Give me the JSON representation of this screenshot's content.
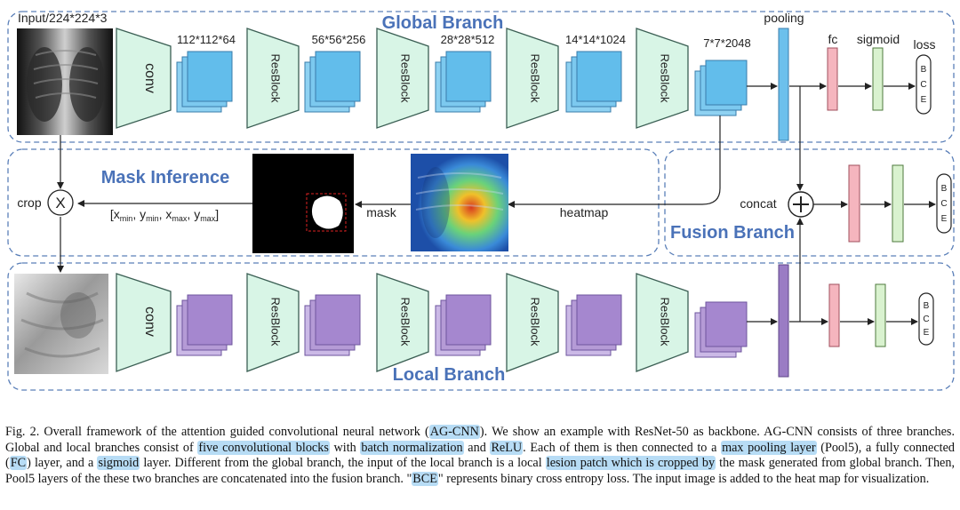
{
  "figure": {
    "input_label": "Input/224*224*3",
    "global_title": "Global Branch",
    "local_title": "Local Branch",
    "fusion_title": "Fusion Branch",
    "mask_title": "Mask Inference",
    "conv": "conv",
    "resblock": "ResBlock",
    "dims": [
      "112*112*64",
      "56*56*256",
      "28*28*512",
      "14*14*1024",
      "7*7*2048"
    ],
    "pooling": "pooling",
    "fc": "fc",
    "sigmoid": "sigmoid",
    "loss": "loss",
    "bce_letters": [
      "B",
      "C",
      "E"
    ],
    "crop": "crop",
    "crop_symbol": "X",
    "bbox": {
      "x1": "x",
      "s1": "min",
      "y1": "y",
      "s2": "min",
      "x2": "x",
      "s3": "max",
      "y2": "y",
      "s4": "max"
    },
    "mask": "mask",
    "heatmap": "heatmap",
    "concat": "concat",
    "colors": {
      "teal_fill": "#d8f5e6",
      "blue_box": "#7cc9ef",
      "purple_box": "#b59bd6",
      "pool_blue": "#6cc0ec",
      "pool_purple": "#9a7cc4",
      "fc_pink": "#f5b5be",
      "sigmoid_green": "#d9f2cf",
      "title_blue": "#4a72b8"
    }
  },
  "caption": {
    "p1": "Fig. 2.  Overall framework of the attention guided convolutional neural network (",
    "h1": "AG-CNN",
    "p2": "). We show an example with ResNet-50 as backbone. AG-CNN consists of three branches. Global and local branches consist of ",
    "h2": "five convolutional blocks",
    "p3": " with ",
    "h3": "batch normalization",
    "p4": " and ",
    "h4": "ReLU",
    "p5": ". Each of them is then connected to a ",
    "h5": "max pooling layer",
    "p6": " (Pool5), a fully connected (",
    "h6": "FC",
    "p7": ") layer, and a ",
    "h7": "sigmoid",
    "p8": " layer. Different from the global branch, the input of the local branch is a local ",
    "h8": "lesion patch which is cropped by",
    "p9": " the mask generated from global branch. Then, Pool5 layers of the these two branches are concatenated into the fusion branch. \"",
    "h9": "BCE",
    "p10": "\" represents binary cross entropy loss. The input image is added to the heat map for visualization."
  }
}
